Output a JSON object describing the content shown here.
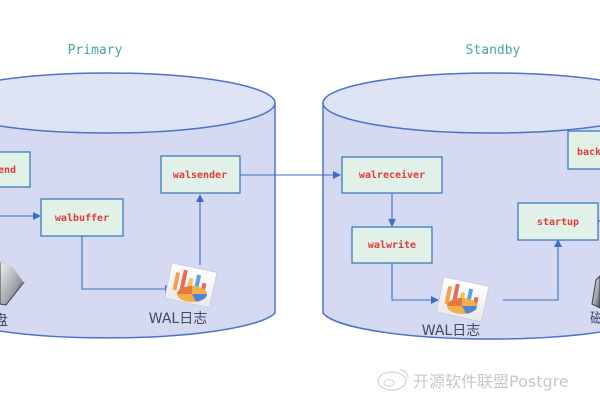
{
  "primary": {
    "title": "Primary",
    "boxes": {
      "backend_partial": "end",
      "walbuffer": "walbuffer",
      "walsender": "walsender"
    },
    "wal_label": "WAL日志",
    "disk_label_partial": "盘"
  },
  "standby": {
    "title": "Standby",
    "boxes": {
      "walreceiver": "walreceiver",
      "walwrite": "walwrite",
      "startup": "startup",
      "backend_partial": "back"
    },
    "wal_label": "WAL日志",
    "disk_label_partial": "磁"
  },
  "watermark": "开源软件联盟Postgre",
  "colors": {
    "cylinder_fill": "#d5daf2",
    "cylinder_stroke": "#4a73c9",
    "box_fill": "#e2f1e8",
    "box_stroke": "#2f74b5",
    "arrow": "#3b6dc6",
    "label_red": "#e03a3a",
    "title_teal": "#4aa7a4"
  },
  "icons": {
    "wal_doc": "wal-document-icon",
    "disk": "disk-drive-icon",
    "watermark_logo": "weibo-logo-icon"
  }
}
